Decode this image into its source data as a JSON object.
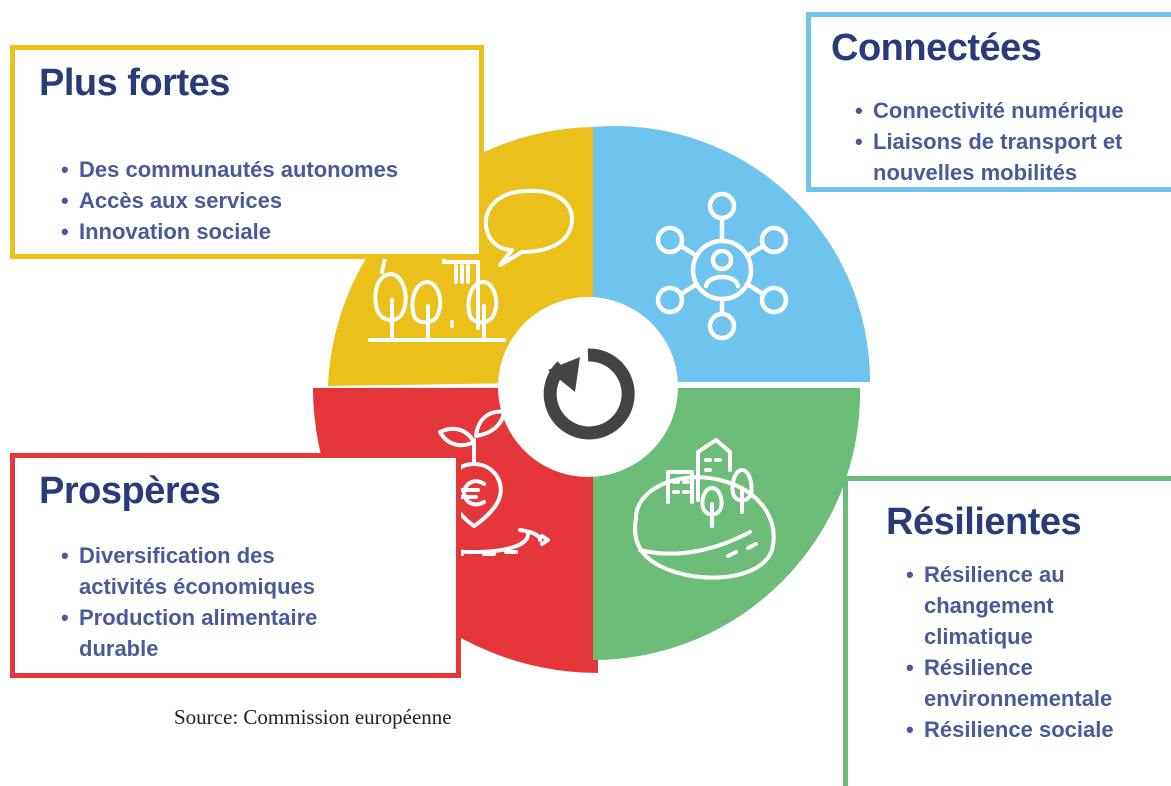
{
  "colors": {
    "yellow": "#ecc01a",
    "blue": "#6ec4ee",
    "red": "#e5363a",
    "green": "#6bbd77",
    "title_text": "#2b3a7a",
    "bullet_text": "#4a5a98",
    "center_icon": "#444444"
  },
  "center": {
    "icon": "refresh-icon"
  },
  "quadrants": {
    "fortes": {
      "title": "Plus fortes",
      "icon": "village-speech-bubble-icon",
      "items": [
        {
          "lines": [
            "Des communautés autonomes"
          ]
        },
        {
          "lines": [
            "Accès aux services"
          ]
        },
        {
          "lines": [
            "Innovation sociale"
          ]
        }
      ]
    },
    "connectees": {
      "title": "Connectées",
      "icon": "network-hub-icon",
      "items": [
        {
          "lines": [
            "Connectivité numérique"
          ]
        },
        {
          "lines": [
            "Liaisons de transport et",
            "nouvelles mobilités"
          ]
        }
      ]
    },
    "prosperes": {
      "title": "Prospères",
      "icon": "euro-sprout-icon",
      "items": [
        {
          "lines": [
            "Diversification des",
            "activités économiques"
          ]
        },
        {
          "lines": [
            "Production alimentaire",
            "durable"
          ]
        }
      ]
    },
    "resilientes": {
      "title": "Résilientes",
      "icon": "green-town-hill-icon",
      "items": [
        {
          "lines": [
            "Résilience au",
            "changement",
            "climatique"
          ]
        },
        {
          "lines": [
            "Résilience",
            "environnementale"
          ]
        },
        {
          "lines": [
            "Résilience sociale"
          ]
        }
      ]
    }
  },
  "source": "Source: Commission européenne"
}
